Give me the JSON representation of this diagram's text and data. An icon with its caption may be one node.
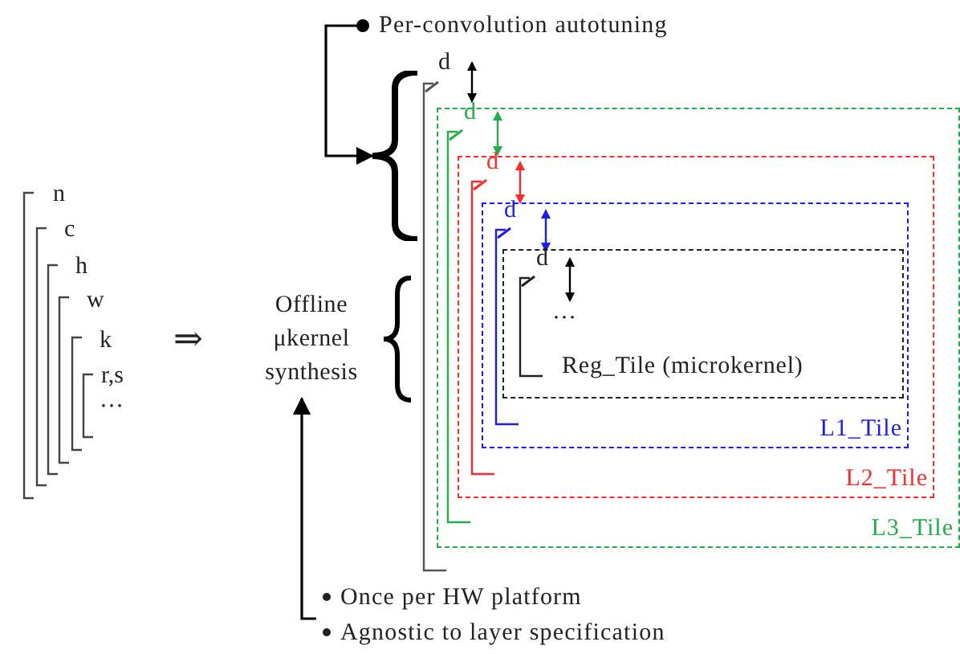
{
  "diagram": {
    "nodes": [
      {
        "text": [
          "Per-convolution autotuning"
        ]
      },
      {
        "text": [],
        "shape": "brace"
      },
      {
        "text": [
          "Offline μkernel synthesis"
        ]
      },
      {
        "text": [
          "Once per HW platform",
          "Agnostic to layer specification"
        ]
      },
      {
        "text": [
          "L3_Tile"
        ]
      },
      {
        "text": [
          "L2_Tile"
        ],
        "in": 4
      },
      {
        "text": [
          "L1_Tile"
        ],
        "in": 5
      },
      {
        "text": [
          "…",
          "Reg_Tile (microkernel)"
        ],
        "in": 6
      }
    ],
    "edges": [
      {
        "from": 0,
        "to": 1,
        "arrow": "to"
      },
      {
        "from": 3,
        "to": 2,
        "arrow": "to"
      }
    ],
    "labels": [
      "n",
      "c",
      "h",
      "w",
      "k",
      "r,s",
      "…",
      "⇒",
      "d",
      "d",
      "d",
      "d",
      "d"
    ]
  }
}
